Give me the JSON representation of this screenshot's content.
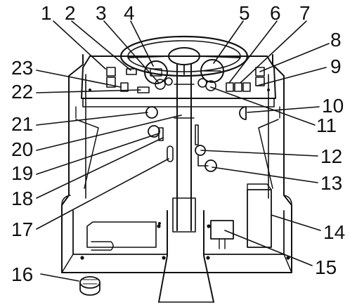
{
  "diagram": {
    "callouts": [
      {
        "id": "c1",
        "label": "1"
      },
      {
        "id": "c2",
        "label": "2"
      },
      {
        "id": "c3",
        "label": "3"
      },
      {
        "id": "c4",
        "label": "4"
      },
      {
        "id": "c5",
        "label": "5"
      },
      {
        "id": "c6",
        "label": "6"
      },
      {
        "id": "c7",
        "label": "7"
      },
      {
        "id": "c8",
        "label": "8"
      },
      {
        "id": "c9",
        "label": "9"
      },
      {
        "id": "c10",
        "label": "10"
      },
      {
        "id": "c11",
        "label": "11"
      },
      {
        "id": "c12",
        "label": "12"
      },
      {
        "id": "c13",
        "label": "13"
      },
      {
        "id": "c14",
        "label": "14"
      },
      {
        "id": "c15",
        "label": "15"
      },
      {
        "id": "c16",
        "label": "16"
      },
      {
        "id": "c17",
        "label": "17"
      },
      {
        "id": "c18",
        "label": "18"
      },
      {
        "id": "c19",
        "label": "19"
      },
      {
        "id": "c20",
        "label": "20"
      },
      {
        "id": "c21",
        "label": "21"
      },
      {
        "id": "c22",
        "label": "22"
      },
      {
        "id": "c23",
        "label": "23"
      }
    ],
    "colors": {
      "ink": "#111111",
      "paper": "#ffffff"
    }
  }
}
